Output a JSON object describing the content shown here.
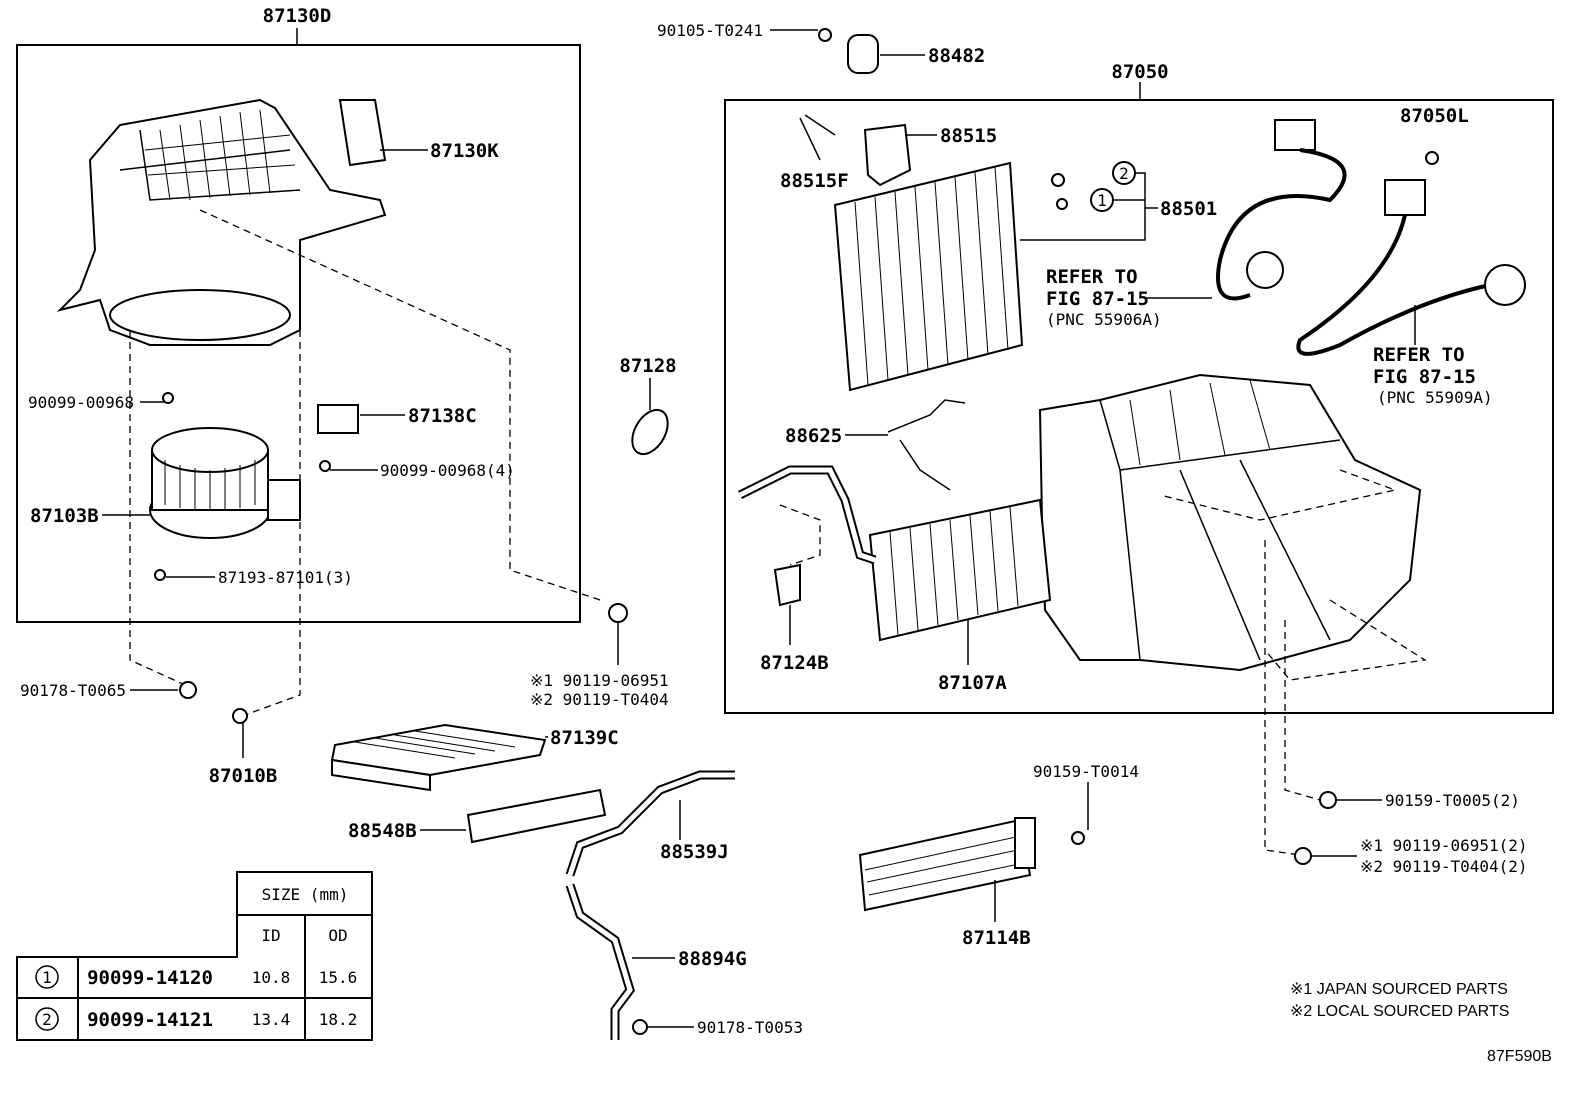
{
  "diagram_id": "87F590B",
  "assemblies": {
    "blower": "87130D",
    "unit": "87050"
  },
  "labels": {
    "p87130K": "87130K",
    "p90099_00968": "90099-00968",
    "p87138C": "87138C",
    "p90099_00968_4": "90099-00968(4)",
    "p87103B": "87103B",
    "p87193": "87193-87101(3)",
    "p90178_T0065": "90178-T0065",
    "p87010B": "87010B",
    "p90119_06951": "※1 90119-06951",
    "p90119_T0404": "※2 90119-T0404",
    "p87139C": "87139C",
    "p88548B": "88548B",
    "p88539J": "88539J",
    "p88894G": "88894G",
    "p90178_T0053": "90178-T0053",
    "p87128": "87128",
    "p90105_T0241": "90105-T0241",
    "p88482": "88482",
    "p88515": "88515",
    "p88515F": "88515F",
    "p88501": "88501",
    "p87050L": "87050L",
    "ref1_a": "REFER TO",
    "ref1_b": "FIG 87-15",
    "ref1_c": "(PNC 55906A)",
    "ref2_a": "REFER TO",
    "ref2_b": "FIG 87-15",
    "ref2_c": "(PNC 55909A)",
    "p88625": "88625",
    "p87124B": "87124B",
    "p87107A": "87107A",
    "p90159_T0014": "90159-T0014",
    "p87114B": "87114B",
    "p90159_T0005": "90159-T0005(2)",
    "p90119_06951_2": "※1 90119-06951(2)",
    "p90119_T0404_2": "※2 90119-T0404(2)",
    "circle1": "1",
    "circle2": "2"
  },
  "notes": [
    "※1 JAPAN SOURCED PARTS",
    "※2 LOCAL SOURCED PARTS"
  ],
  "size_table": {
    "header": "SIZE (mm)",
    "columns": [
      "ID",
      "OD"
    ],
    "rows": [
      {
        "ref": "1",
        "part": "90099-14120",
        "id": "10.8",
        "od": "15.6"
      },
      {
        "ref": "2",
        "part": "90099-14121",
        "id": "13.4",
        "od": "18.2"
      }
    ]
  }
}
